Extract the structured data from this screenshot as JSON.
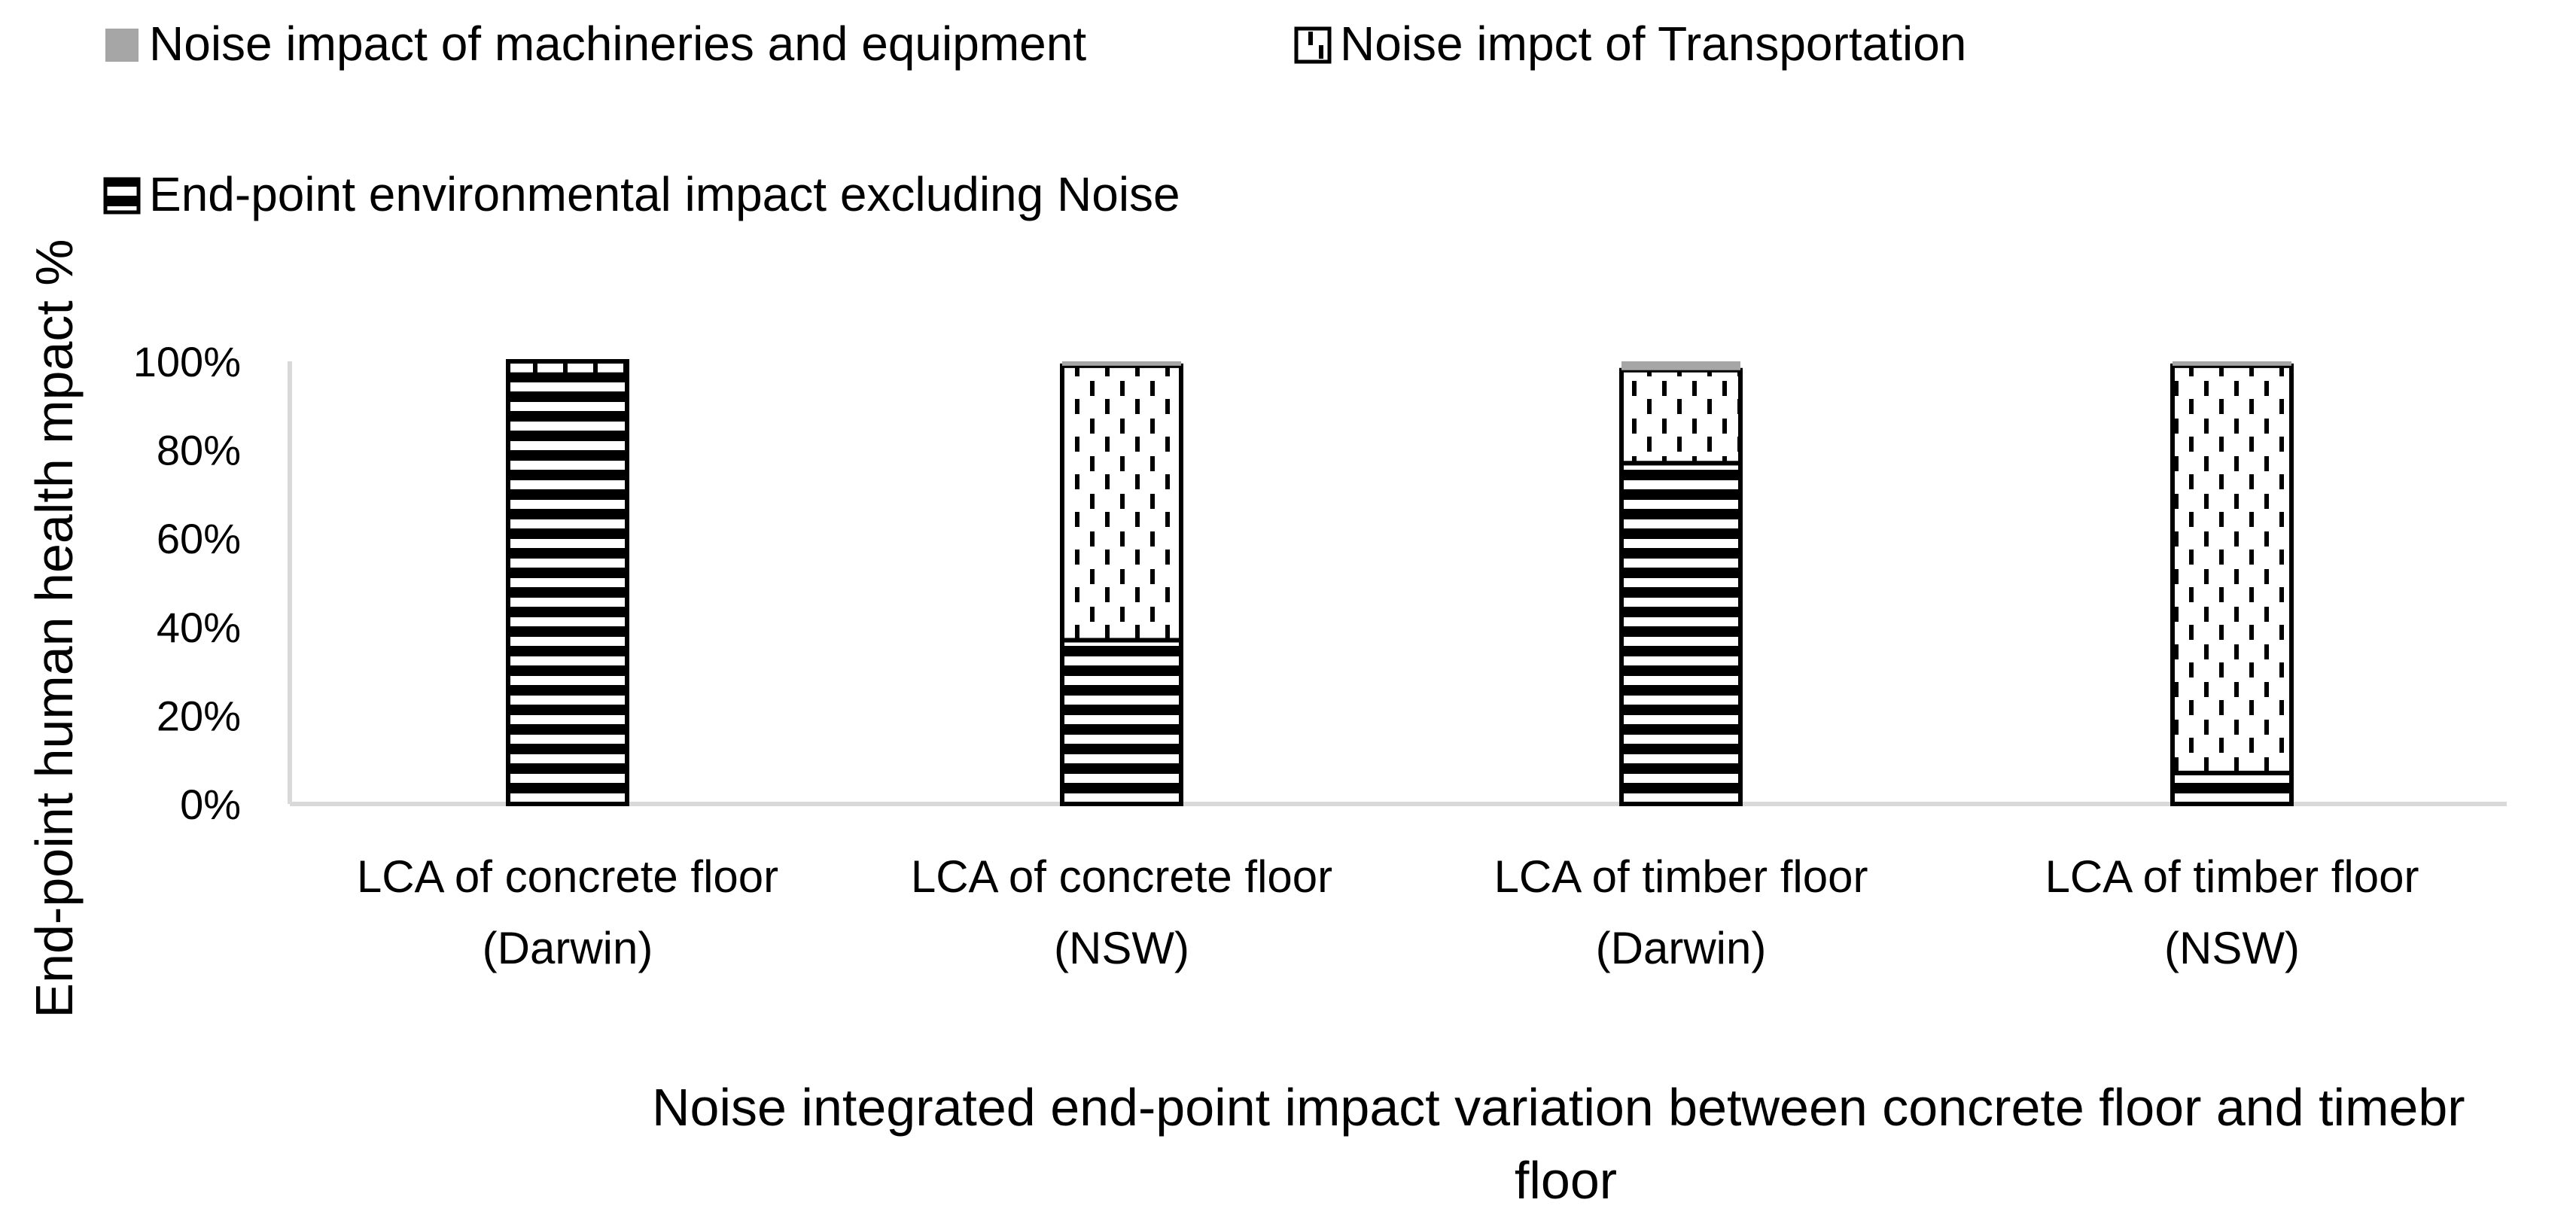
{
  "chart_data": {
    "type": "bar",
    "stacked": true,
    "percent_stacked": true,
    "categories": [
      [
        "LCA of concrete floor",
        "(Darwin)"
      ],
      [
        "LCA of  concrete floor",
        "(NSW)"
      ],
      [
        "LCA of timber floor",
        "(Darwin)"
      ],
      [
        "LCA of timber floor",
        "(NSW)"
      ]
    ],
    "series": [
      {
        "name": "End-point environmental impact excluding Noise",
        "values": [
          97,
          37,
          77,
          7
        ],
        "pattern": "horizontal-lines",
        "color": "#000000"
      },
      {
        "name": "Noise impct of Transportation",
        "values": [
          3,
          62,
          21,
          92
        ],
        "pattern": "dashes",
        "color": "#000000"
      },
      {
        "name": "Noise impact of machineries and equipment",
        "values": [
          0,
          1,
          2,
          1
        ],
        "pattern": "solid",
        "color": "#a6a6a6"
      }
    ],
    "legend": {
      "placement": "top-left",
      "order": [
        "Noise impact of machineries and equipment",
        "Noise impct of Transportation",
        "End-point environmental impact excluding Noise"
      ]
    },
    "ylabel": "End-point human health mpact %",
    "xlabel": [
      "Noise integrated end-point impact variation between concrete floor and timebr",
      "floor"
    ],
    "ylim": [
      0,
      100
    ],
    "yticks": [
      "0%",
      "20%",
      "40%",
      "60%",
      "80%",
      "100%"
    ],
    "grid": false
  }
}
